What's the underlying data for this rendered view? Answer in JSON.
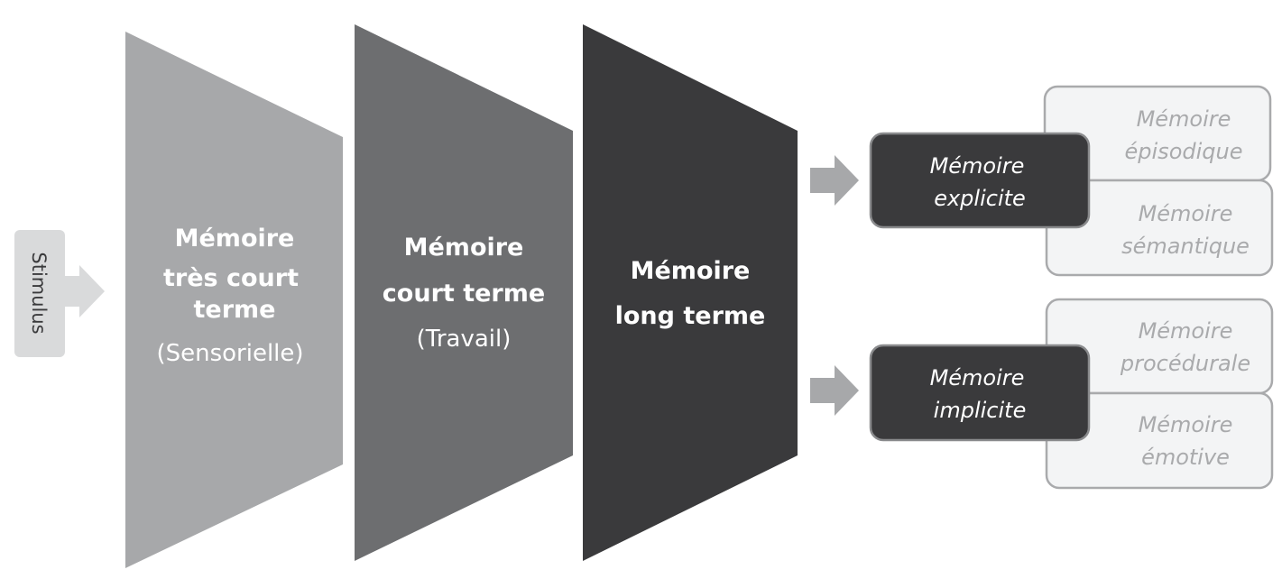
{
  "stimulus": {
    "label": "Stimulus"
  },
  "stages": [
    {
      "lines": [
        "Mémoire",
        "très court",
        "terme"
      ],
      "sub": "(Sensorielle)",
      "color": "#a7a8aa"
    },
    {
      "lines": [
        "Mémoire",
        "court terme"
      ],
      "sub": "(Travail)",
      "color": "#6d6e70"
    },
    {
      "lines": [
        "Mémoire",
        "long terme"
      ],
      "color": "#3a3a3c"
    }
  ],
  "branches": [
    {
      "lines": [
        "Mémoire",
        "explicite"
      ],
      "children": [
        {
          "lines": [
            "Mémoire",
            "épisodique"
          ]
        },
        {
          "lines": [
            "Mémoire",
            "sémantique"
          ]
        }
      ]
    },
    {
      "lines": [
        "Mémoire",
        "implicite"
      ],
      "children": [
        {
          "lines": [
            "Mémoire",
            "procédurale"
          ]
        },
        {
          "lines": [
            "Mémoire",
            "émotive"
          ]
        }
      ]
    }
  ]
}
